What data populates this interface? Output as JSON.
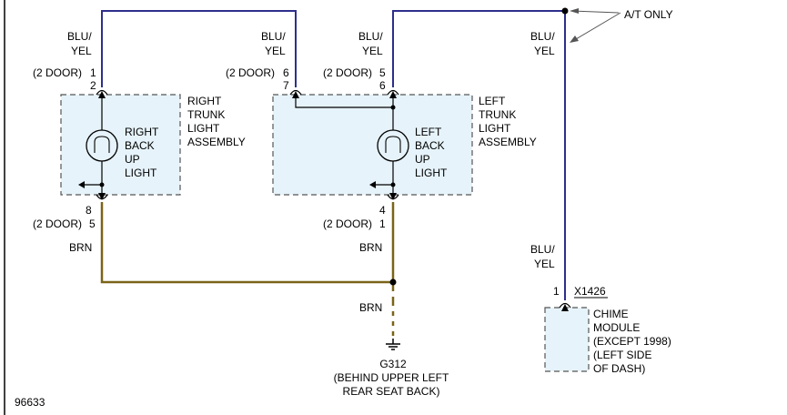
{
  "colors": {
    "wire_blu_yel": "#2e2e8c",
    "wire_brn": "#7a6418",
    "component_fill": "#e6f3fa",
    "component_border": "#555555",
    "text": "#000000"
  },
  "wires": {
    "right_top_color_1": "BLU/",
    "right_top_color_2": "YEL",
    "left_mid_color_1": "BLU/",
    "left_mid_color_2": "YEL",
    "left_top_color_1": "BLU/",
    "left_top_color_2": "YEL",
    "feed_color_1": "BLU/",
    "feed_color_2": "YEL",
    "chime_color_1": "BLU/",
    "chime_color_2": "YEL",
    "right_bottom_color": "BRN",
    "left_bottom_color": "BRN",
    "ground_color": "BRN"
  },
  "note_at_only": "A/T ONLY",
  "right_assembly": {
    "label_1": "RIGHT",
    "label_2": "TRUNK",
    "label_3": "LIGHT",
    "label_4": "ASSEMBLY",
    "bulb_1": "RIGHT",
    "bulb_2": "BACK",
    "bulb_3": "UP",
    "bulb_4": "LIGHT",
    "top_door_note": "(2 DOOR)",
    "top_pin_2door": "1",
    "top_pin": "2",
    "bottom_pin": "8",
    "bottom_door_note": "(2 DOOR)",
    "bottom_pin_2door": "5"
  },
  "left_assembly": {
    "label_1": "LEFT",
    "label_2": "TRUNK",
    "label_3": "LIGHT",
    "label_4": "ASSEMBLY",
    "bulb_1": "LEFT",
    "bulb_2": "BACK",
    "bulb_3": "UP",
    "bulb_4": "LIGHT",
    "pin_a_door_note": "(2 DOOR)",
    "pin_a_2door": "6",
    "pin_a": "7",
    "pin_b_door_note": "(2 DOOR)",
    "pin_b_2door": "5",
    "pin_b": "6",
    "bottom_pin": "4",
    "bottom_door_note": "(2 DOOR)",
    "bottom_pin_2door": "1"
  },
  "chime": {
    "pin": "1",
    "connector": "X1426",
    "label_1": "CHIME",
    "label_2": "MODULE",
    "label_3": "(EXCEPT 1998)",
    "label_4": "(LEFT SIDE",
    "label_5": "OF DASH)"
  },
  "ground": {
    "id": "G312",
    "location_1": "(BEHIND UPPER LEFT",
    "location_2": "REAR SEAT BACK)"
  },
  "figure_number": "96633"
}
